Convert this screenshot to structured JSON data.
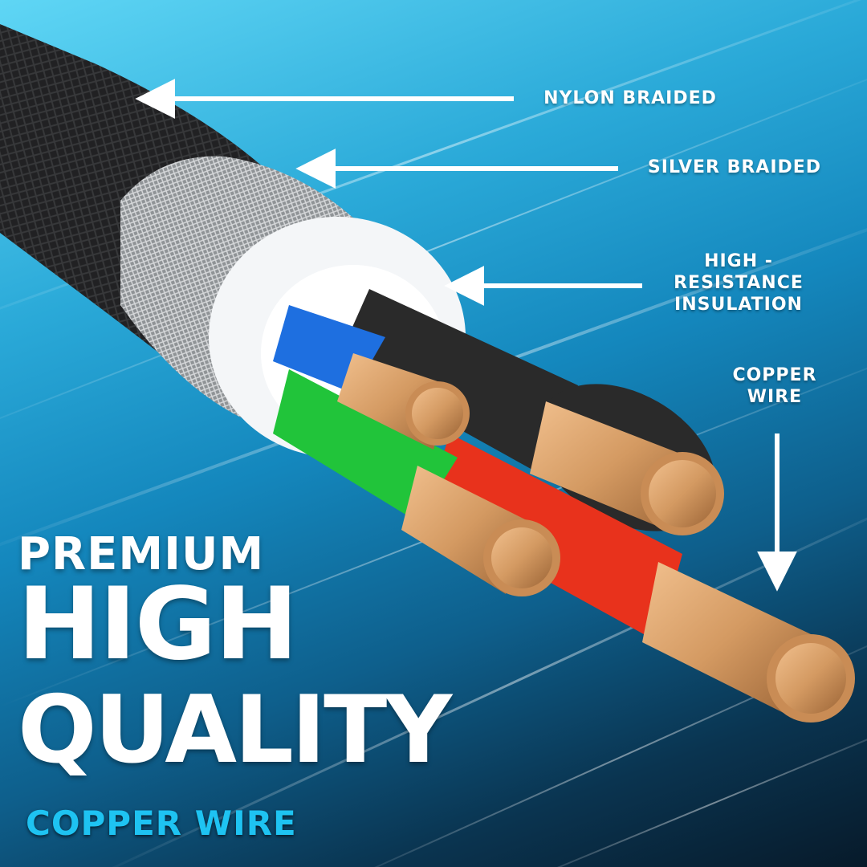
{
  "callouts": {
    "nylon": "NYLON BRAIDED",
    "silver": "SILVER BRAIDED",
    "insulation_line1": "HIGH -",
    "insulation_line2": "RESISTANCE",
    "insulation_line3": "INSULATION",
    "copper_line1": "COPPER",
    "copper_line2": "WIRE"
  },
  "headline": {
    "line1": "PREMIUM",
    "line2": "HIGH",
    "line3": "QUALITY",
    "line4": "COPPER WIRE"
  },
  "colors": {
    "accent": "#1ec3f2",
    "wire_blue": "#1e6fe0",
    "wire_black": "#2a2a2a",
    "wire_green": "#21c43a",
    "wire_red": "#e8321c",
    "copper": "#d9a06a"
  }
}
